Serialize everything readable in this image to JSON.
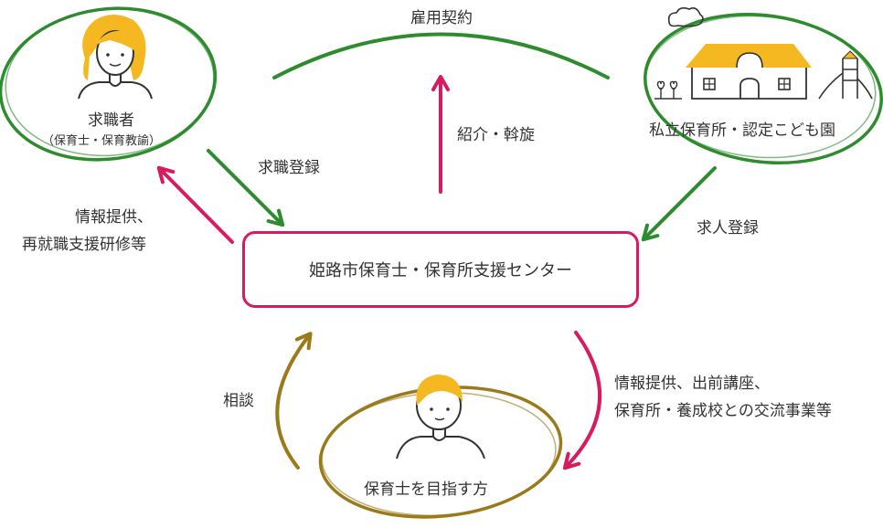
{
  "colors": {
    "green": "#2e8b2e",
    "pink": "#d81b60",
    "gold": "#9a7a1a",
    "hair": "#f5b820",
    "roof": "#f5b820",
    "text": "#333333"
  },
  "nodes": {
    "job_seeker": {
      "title": "求職者",
      "subtitle": "（保育士・保育教諭）",
      "icon": "woman-icon"
    },
    "nursery": {
      "title": "私立保育所・認定こども園",
      "icon": "nursery-building-icon"
    },
    "aspirant": {
      "title": "保育士を目指す方",
      "icon": "boy-icon"
    },
    "center": {
      "title": "姫路市保育士・保育所支援センター"
    }
  },
  "edges": {
    "employment_contract": "雇用契約",
    "introduction": "紹介・斡旋",
    "job_registration": "求職登録",
    "info_provision_line1": "情報提供、",
    "info_provision_line2": "再就職支援研修等",
    "job_offer_registration": "求人登録",
    "consultation": "相談",
    "outreach_line1": "情報提供、出前講座、",
    "outreach_line2": "保育所・養成校との交流事業等"
  }
}
